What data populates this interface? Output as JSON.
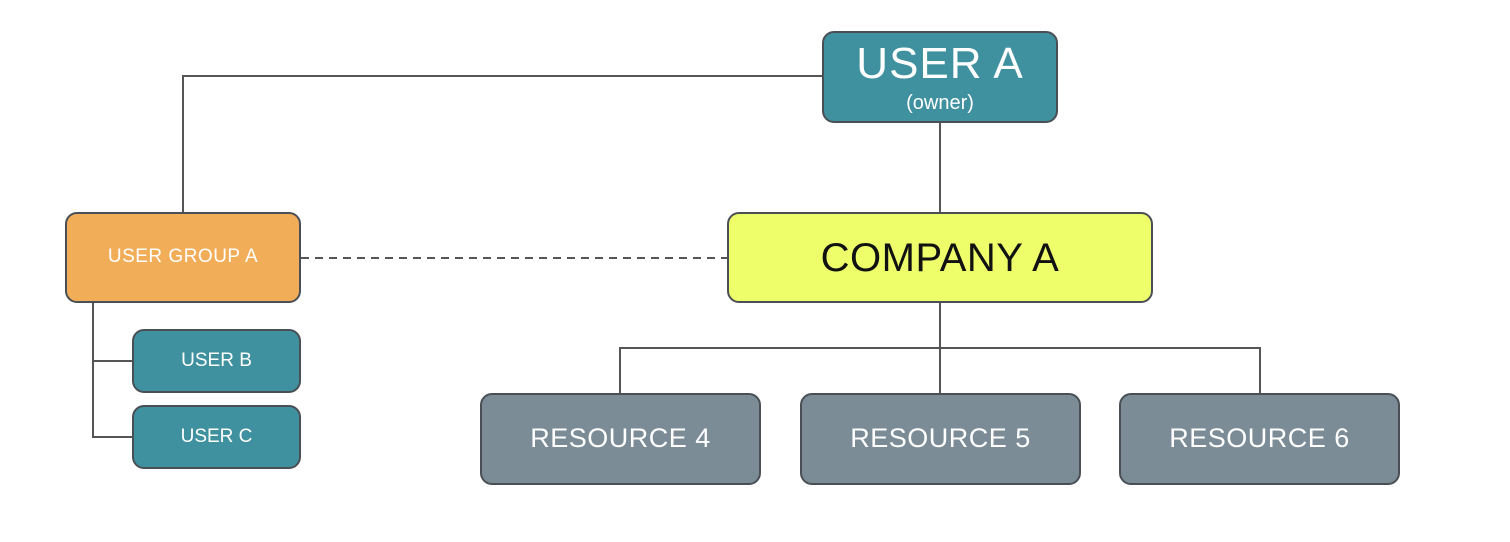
{
  "nodes": {
    "user_a": {
      "title": "USER A",
      "subtitle": "(owner)"
    },
    "company_a": {
      "label": "COMPANY A"
    },
    "user_group_a": {
      "label": "USER GROUP A"
    },
    "user_b": {
      "label": "USER B"
    },
    "user_c": {
      "label": "USER C"
    },
    "resources": [
      {
        "label": "RESOURCE 4"
      },
      {
        "label": "RESOURCE 5"
      },
      {
        "label": "RESOURCE 6"
      }
    ]
  },
  "edges": [
    {
      "from": "USER A",
      "to": "COMPANY A",
      "style": "solid"
    },
    {
      "from": "USER A",
      "to": "USER GROUP A",
      "style": "solid"
    },
    {
      "from": "USER GROUP A",
      "to": "COMPANY A",
      "style": "dashed"
    },
    {
      "from": "USER GROUP A",
      "to": "USER B",
      "style": "solid"
    },
    {
      "from": "USER GROUP A",
      "to": "USER C",
      "style": "solid"
    },
    {
      "from": "COMPANY A",
      "to": "RESOURCE 4",
      "style": "solid"
    },
    {
      "from": "COMPANY A",
      "to": "RESOURCE 5",
      "style": "solid"
    },
    {
      "from": "COMPANY A",
      "to": "RESOURCE 6",
      "style": "solid"
    }
  ],
  "colors": {
    "user": "#3f919f",
    "user_group": "#f2ad59",
    "company": "#eefd6a",
    "resource": "#7b8c97",
    "connector": "#555555"
  }
}
